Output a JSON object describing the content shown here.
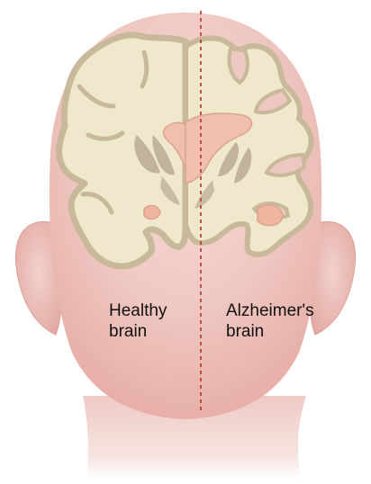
{
  "labels": {
    "healthy": {
      "line1": "Healthy",
      "line2": "brain"
    },
    "alzheimers": {
      "line1": "Alzheimer's",
      "line2": "brain"
    }
  },
  "colors": {
    "skin_light": "#f6d6d0",
    "skin_mid": "#edbfb8",
    "skin_edge": "#e7aaa4",
    "brain_fill": "#efe8cc",
    "brain_outline": "#c8b99a",
    "ventricle": "#f1bfae",
    "ventricle_outline": "#d9a58f",
    "deep_nuclei": "#b9aa91",
    "divider": "#b7312b"
  }
}
